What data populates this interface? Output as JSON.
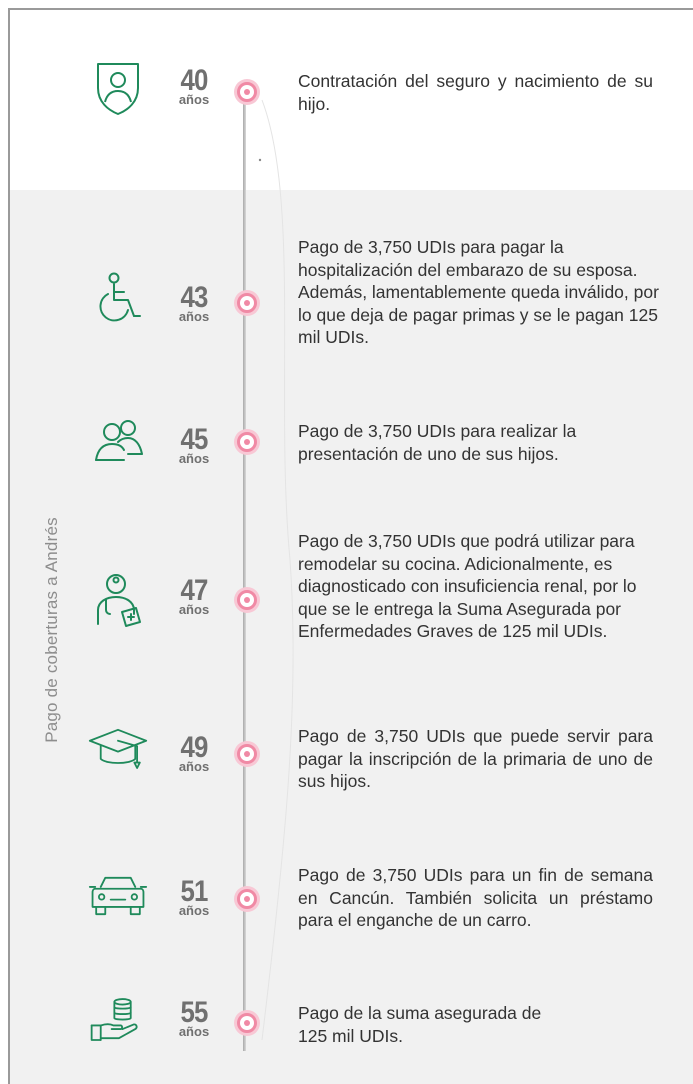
{
  "side_label": "Pago de coberturas a Andrés",
  "accent_color": "#f08aa5",
  "icon_color": "#1f8a5b",
  "events": [
    {
      "age": "40",
      "unit": "años",
      "icon": "shield-person-icon",
      "text": "Contratación del seguro y nacimiento de su hijo."
    },
    {
      "age": "43",
      "unit": "años",
      "icon": "wheelchair-icon",
      "text": "Pago de 3,750 UDIs para pagar la hospitalización del embarazo de su esposa. Además, lamentablemente queda inválido, por lo que deja de pagar primas y se le pagan 125 mil UDIs."
    },
    {
      "age": "45",
      "unit": "años",
      "icon": "parent-child-icon",
      "text": "Pago de 3,750 UDIs para realizar la presentación de uno de sus hijos."
    },
    {
      "age": "47",
      "unit": "años",
      "icon": "doctor-icon",
      "text": "Pago de 3,750 UDIs que podrá utilizar para remodelar su cocina. Adicionalmente, es diagnosticado con insuficiencia renal, por lo que se le entrega la Suma Asegurada por Enfermedades Graves de 125 mil UDIs."
    },
    {
      "age": "49",
      "unit": "años",
      "icon": "graduation-cap-icon",
      "text": "Pago de 3,750 UDIs que puede servir para pagar la inscripción de la primaria de uno de sus hijos."
    },
    {
      "age": "51",
      "unit": "años",
      "icon": "car-icon",
      "text": "Pago de 3,750 UDIs para un fin de semana en Cancún. También solicita un préstamo para el enganche de un carro."
    },
    {
      "age": "55",
      "unit": "años",
      "icon": "hand-coins-icon",
      "text": "Pago de la suma asegurada de 125 mil UDIs."
    }
  ]
}
